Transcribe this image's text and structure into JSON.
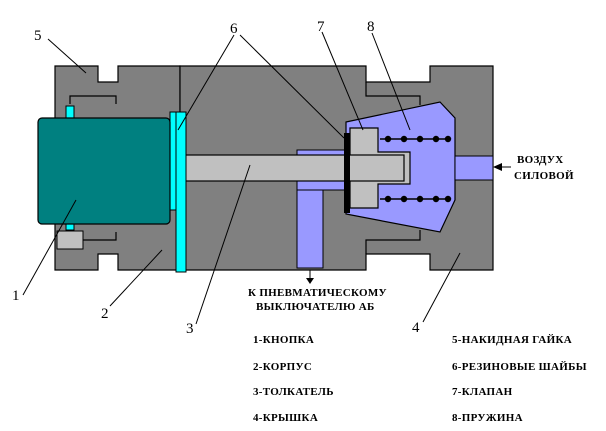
{
  "colors": {
    "body_gray": "#808080",
    "pusher_gray": "#c0c0c0",
    "button_teal": "#008080",
    "washer_cyan": "#00ffff",
    "valve_blue": "#9999ff",
    "outline": "#000000"
  },
  "callouts": {
    "n1": "1",
    "n2": "2",
    "n3": "3",
    "n4": "4",
    "n5": "5",
    "n6": "6",
    "n7": "7",
    "n8": "8"
  },
  "annotations": {
    "air_line1": "ВОЗДУХ",
    "air_line2": "СИЛОВОЙ",
    "outlet_line1": "К ПНЕВМАТИЧЕСКОМУ",
    "outlet_line2": "ВЫКЛЮЧАТЕЛЮ АБ"
  },
  "legend": {
    "left": [
      "1-КНОПКА",
      "2-КОРПУС",
      "3-ТОЛКАТЕЛЬ",
      "4-КРЫШКА"
    ],
    "right": [
      "5-НАКИДНАЯ ГАЙКА",
      "6-РЕЗИНОВЫЕ ШАЙБЫ",
      "7-КЛАПАН",
      "8-ПРУЖИНА"
    ]
  }
}
